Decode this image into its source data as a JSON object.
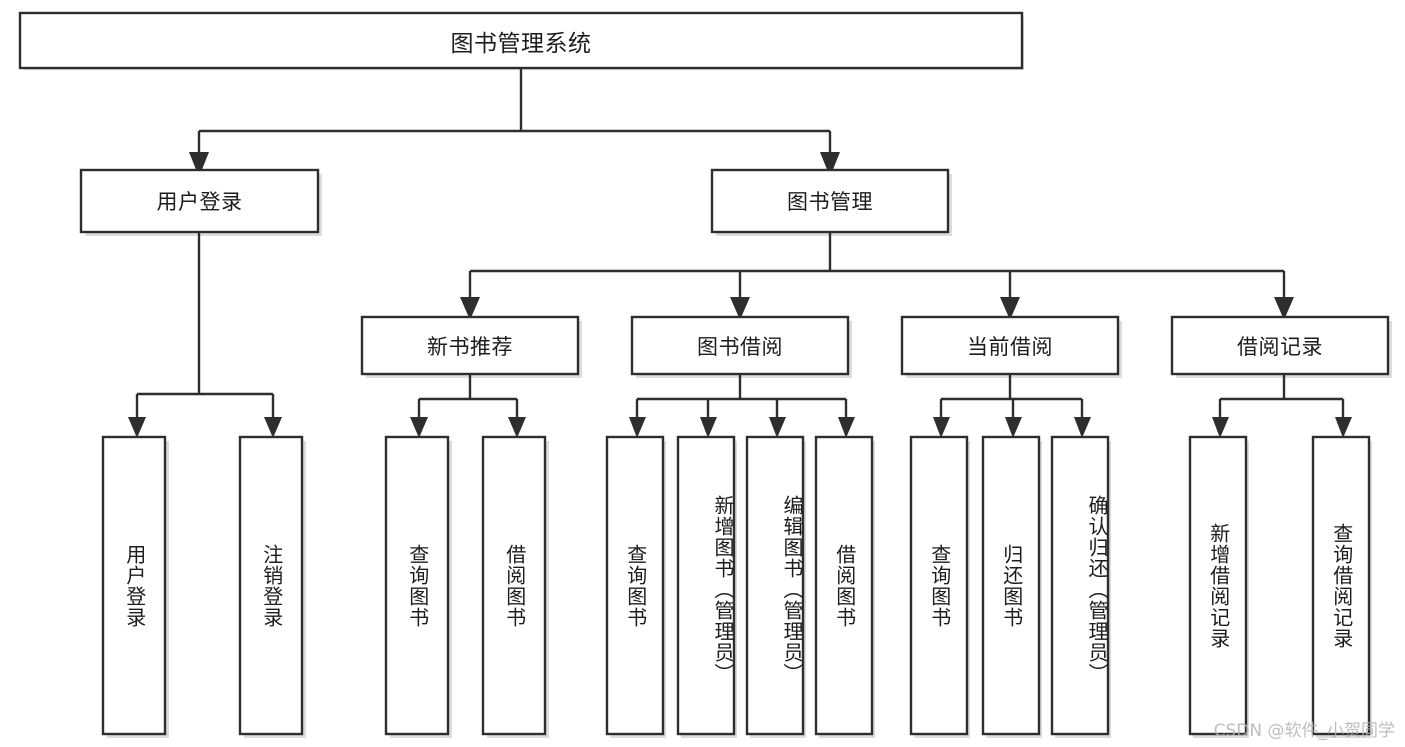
{
  "diagram": {
    "type": "tree",
    "title_node": {
      "label": "图书管理系统"
    },
    "level2": [
      {
        "id": "user-login",
        "label": "用户登录"
      },
      {
        "id": "book-management",
        "label": "图书管理"
      }
    ],
    "level3": [
      {
        "id": "new-book-recommend",
        "label": "新书推荐",
        "parent": "book-management"
      },
      {
        "id": "book-borrow",
        "label": "图书借阅",
        "parent": "book-management"
      },
      {
        "id": "current-borrow",
        "label": "当前借阅",
        "parent": "book-management"
      },
      {
        "id": "borrow-record",
        "label": "借阅记录",
        "parent": "book-management"
      }
    ],
    "leaves": [
      {
        "id": "leaf-user-login",
        "label": "用户登录",
        "parent": "user-login"
      },
      {
        "id": "leaf-logout-login",
        "label": "注销登录",
        "parent": "user-login"
      },
      {
        "id": "leaf-query-book-1",
        "label": "查询图书",
        "parent": "new-book-recommend"
      },
      {
        "id": "leaf-borrow-book-1",
        "label": "借阅图书",
        "parent": "new-book-recommend"
      },
      {
        "id": "leaf-query-book-2",
        "label": "查询图书",
        "parent": "book-borrow"
      },
      {
        "id": "leaf-add-book",
        "label": "新增图书（管理员）",
        "parent": "book-borrow"
      },
      {
        "id": "leaf-edit-book",
        "label": "编辑图书（管理员）",
        "parent": "book-borrow"
      },
      {
        "id": "leaf-borrow-book-2",
        "label": "借阅图书",
        "parent": "book-borrow"
      },
      {
        "id": "leaf-query-book-3",
        "label": "查询图书",
        "parent": "current-borrow"
      },
      {
        "id": "leaf-return-book",
        "label": "归还图书",
        "parent": "current-borrow"
      },
      {
        "id": "leaf-confirm-return",
        "label": "确认归还（管理员）",
        "parent": "current-borrow"
      },
      {
        "id": "leaf-add-record",
        "label": "新增借阅记录",
        "parent": "borrow-record"
      },
      {
        "id": "leaf-query-record",
        "label": "查询借阅记录",
        "parent": "borrow-record"
      }
    ],
    "colors": {
      "box_stroke": "#2e2e2e",
      "box_fill": "#ffffff",
      "text": "#1c1c1c",
      "background": "#ffffff",
      "watermark": "#b3b3b3"
    }
  },
  "watermark": {
    "text": "CSDN @软件_小贺同学"
  }
}
